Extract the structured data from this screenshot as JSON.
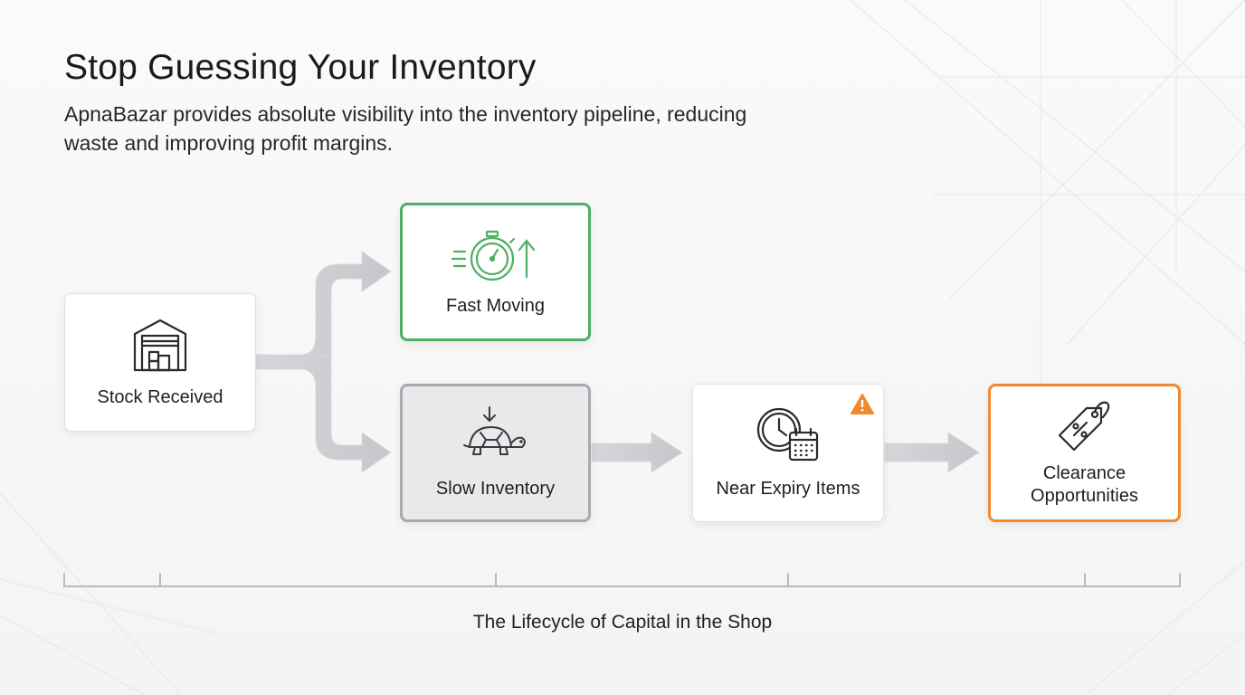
{
  "header": {
    "title": "Stop Guessing Your Inventory",
    "subtitle": "ApnaBazar provides absolute visibility into the inventory pipeline, reducing waste and improving profit margins."
  },
  "stages": {
    "stock_received": {
      "label": "Stock Received",
      "icon": "warehouse-icon"
    },
    "fast_moving": {
      "label": "Fast Moving",
      "icon": "stopwatch-icon",
      "color": "#4caf62"
    },
    "slow_inventory": {
      "label": "Slow Inventory",
      "icon": "turtle-icon",
      "color": "#a9a9ae"
    },
    "near_expiry": {
      "label": "Near Expiry Items",
      "icon": "clock-calendar-icon",
      "badge_icon": "warning-icon",
      "badge_color": "#f08a2c"
    },
    "clearance": {
      "label_line1": "Clearance",
      "label_line2": "Opportunities",
      "icon": "price-tag-icon",
      "color": "#f08a2c"
    }
  },
  "timeline": {
    "caption": "The Lifecycle of Capital in the Shop"
  }
}
